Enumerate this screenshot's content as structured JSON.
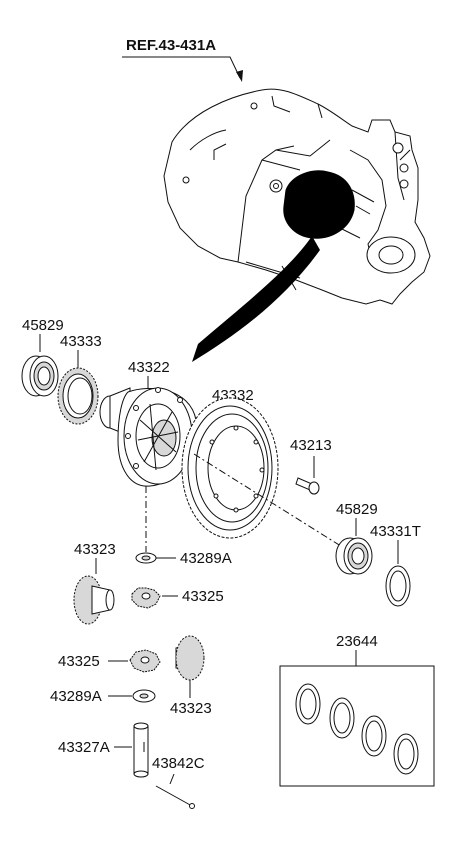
{
  "diagram": {
    "reference": "REF.43-431A",
    "parts": [
      {
        "id": "p45829a",
        "number": "45829"
      },
      {
        "id": "p43333",
        "number": "43333"
      },
      {
        "id": "p43322",
        "number": "43322"
      },
      {
        "id": "p43332",
        "number": "43332"
      },
      {
        "id": "p43213",
        "number": "43213"
      },
      {
        "id": "p45829b",
        "number": "45829"
      },
      {
        "id": "p43331T",
        "number": "43331T"
      },
      {
        "id": "p43323a",
        "number": "43323"
      },
      {
        "id": "p43289Aa",
        "number": "43289A"
      },
      {
        "id": "p43325a",
        "number": "43325"
      },
      {
        "id": "p43325b",
        "number": "43325"
      },
      {
        "id": "p43289Ab",
        "number": "43289A"
      },
      {
        "id": "p43323b",
        "number": "43323"
      },
      {
        "id": "p23644",
        "number": "23644"
      },
      {
        "id": "p43327A",
        "number": "43327A"
      },
      {
        "id": "p43842C",
        "number": "43842C"
      }
    ]
  }
}
